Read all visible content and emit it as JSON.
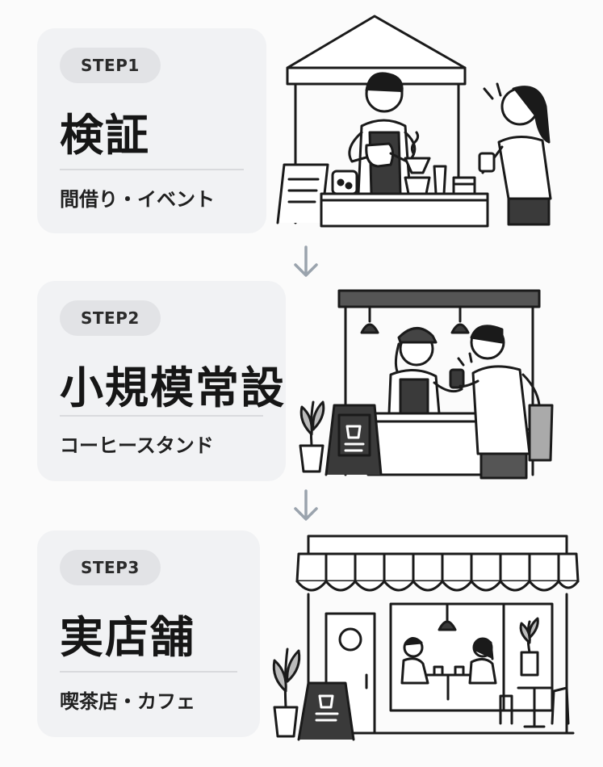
{
  "steps": [
    {
      "badge": "STEP1",
      "title": "検証",
      "subtitle": "間借り・イベント"
    },
    {
      "badge": "STEP2",
      "title": "小規模常設",
      "subtitle": "コーヒースタンド"
    },
    {
      "badge": "STEP3",
      "title": "実店舗",
      "subtitle": "喫茶店・カフェ"
    }
  ],
  "colors": {
    "card": "#f1f2f4",
    "badge": "#e2e3e6",
    "ink": "#1a1a1a",
    "arrow": "#9aa3ad"
  }
}
